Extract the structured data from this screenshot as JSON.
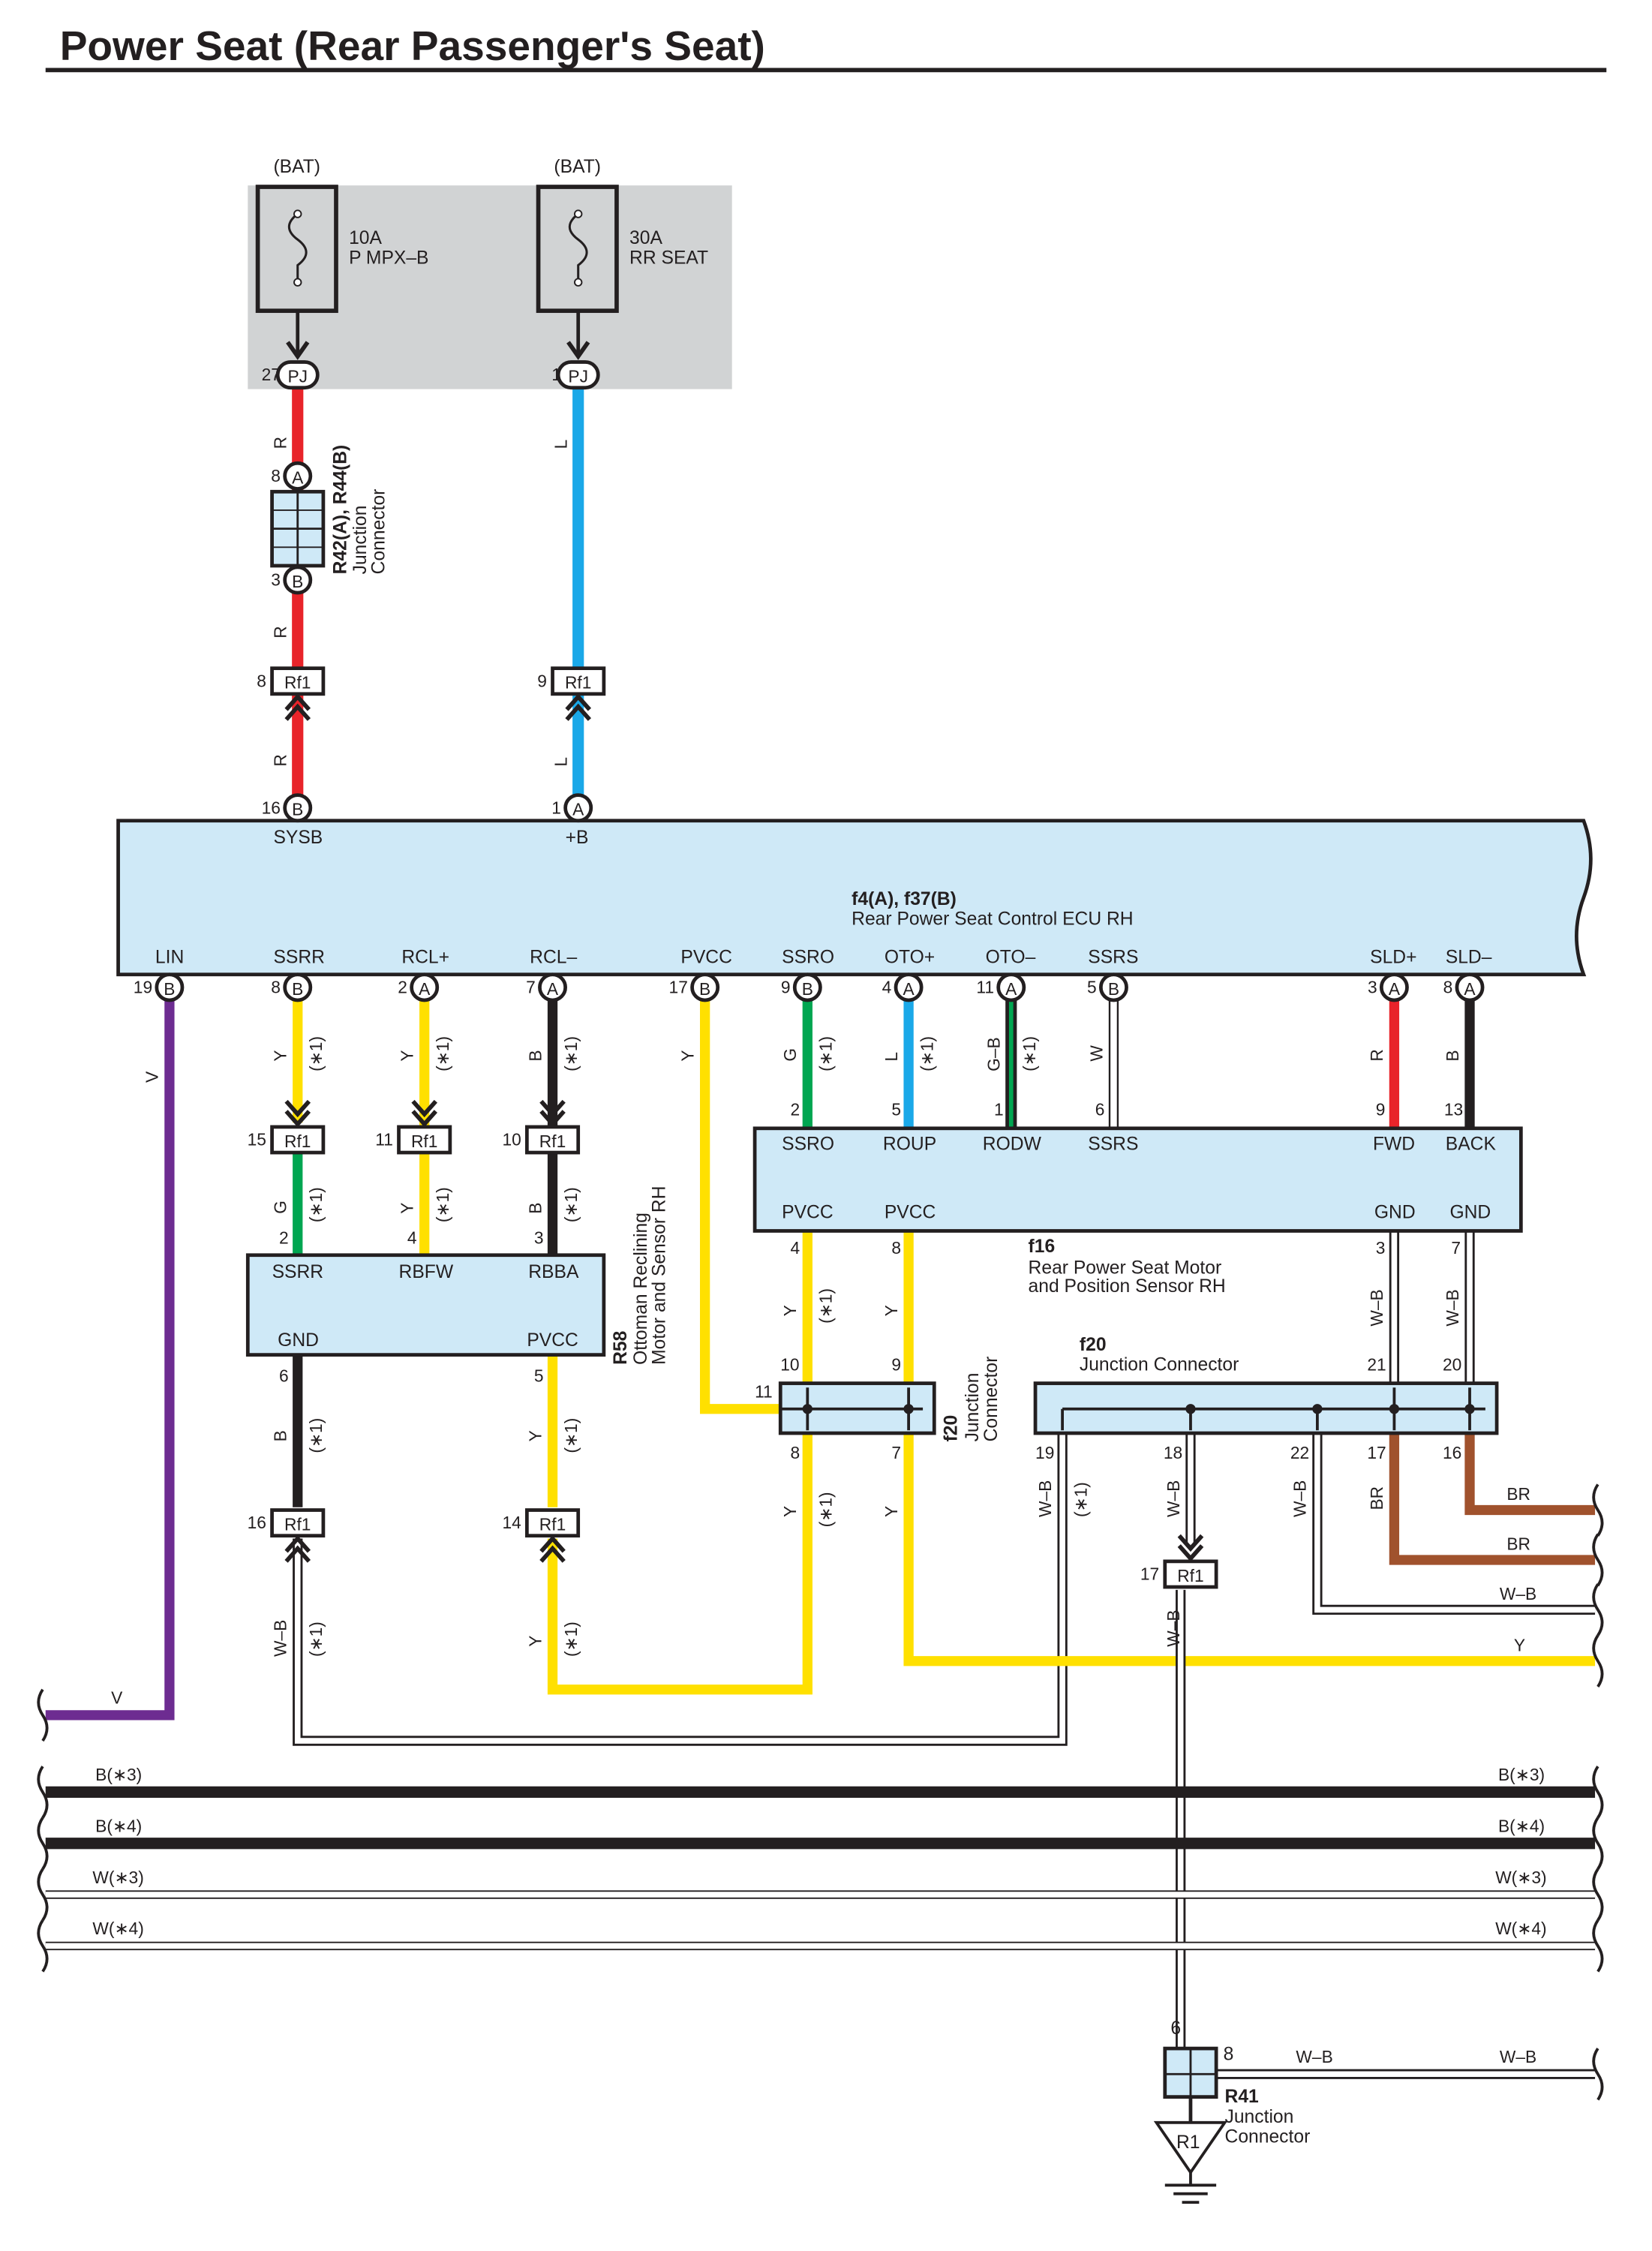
{
  "title": "Power Seat (Rear Passenger's Seat)",
  "colors": {
    "red": "#e8242a",
    "blue": "#1aa8e8",
    "yellow": "#ffe000",
    "green": "#00a651",
    "black": "#231f20",
    "violet": "#6d2c91",
    "brown": "#a0522d",
    "component_fill": "#cfe9f7",
    "fuse_panel_fill": "#d1d3d4"
  },
  "fuses": {
    "f1": {
      "source": "(BAT)",
      "amp": "10A",
      "name": "P MPX–B",
      "pin": "27",
      "connector": "PJ"
    },
    "f2": {
      "source": "(BAT)",
      "amp": "30A",
      "name": "RR SEAT",
      "pin": "1",
      "connector": "PJ"
    }
  },
  "r42": {
    "name": "R42(A), R44(B)",
    "desc1": "Junction",
    "desc2": "Connector",
    "pin_a_num": "8",
    "pin_a": "A",
    "pin_b_num": "3",
    "pin_b": "B"
  },
  "ecu": {
    "name": "f4(A), f37(B)",
    "desc": "Rear Power Seat Control ECU RH",
    "top": {
      "sysb": {
        "label": "SYSB",
        "num": "16",
        "conn": "B"
      },
      "plusb": {
        "label": "+B",
        "num": "1",
        "conn": "A"
      }
    },
    "bottom": {
      "lin": {
        "label": "LIN",
        "num": "19",
        "conn": "B"
      },
      "ssrr": {
        "label": "SSRR",
        "num": "8",
        "conn": "B"
      },
      "rclp": {
        "label": "RCL+",
        "num": "2",
        "conn": "A"
      },
      "rclm": {
        "label": "RCL–",
        "num": "7",
        "conn": "A"
      },
      "pvcc": {
        "label": "PVCC",
        "num": "17",
        "conn": "B"
      },
      "ssro": {
        "label": "SSRO",
        "num": "9",
        "conn": "B"
      },
      "otop": {
        "label": "OTO+",
        "num": "4",
        "conn": "A"
      },
      "otom": {
        "label": "OTO–",
        "num": "11",
        "conn": "A"
      },
      "ssrs": {
        "label": "SSRS",
        "num": "5",
        "conn": "B"
      },
      "sldp": {
        "label": "SLD+",
        "num": "3",
        "conn": "A"
      },
      "sldm": {
        "label": "SLD–",
        "num": "8",
        "conn": "A"
      }
    }
  },
  "wire_codes": {
    "R": "R",
    "L": "L",
    "Y": "Y",
    "B": "B",
    "G": "G",
    "GB": "G–B",
    "W": "W",
    "V": "V",
    "WB": "W–B",
    "BR": "BR",
    "note1": "(∗1)",
    "B3": "B(∗3)",
    "B4": "B(∗4)",
    "W3": "W(∗3)",
    "W4": "W(∗4)"
  },
  "rf1": {
    "label": "Rf1",
    "pins": {
      "p8": "8",
      "p9": "9",
      "p15": "15",
      "p11": "11",
      "p10": "10",
      "p16": "16",
      "p14": "14",
      "p17": "17"
    }
  },
  "r58": {
    "name": "R58",
    "desc1": "Ottoman Reclining",
    "desc2": "Motor and Sensor RH",
    "top": [
      {
        "label": "SSRR",
        "num": "2"
      },
      {
        "label": "RBFW",
        "num": "4"
      },
      {
        "label": "RBBA",
        "num": "3"
      }
    ],
    "bottom": [
      {
        "label": "GND",
        "num": "6"
      },
      {
        "label": "PVCC",
        "num": "5"
      }
    ]
  },
  "f16": {
    "name": "f16",
    "desc1": "Rear Power Seat Motor",
    "desc2": "and Position Sensor RH",
    "top": [
      {
        "label": "SSRO",
        "num": "2"
      },
      {
        "label": "ROUP",
        "num": "5"
      },
      {
        "label": "RODW",
        "num": "1"
      },
      {
        "label": "SSRS",
        "num": "6"
      },
      {
        "label": "FWD",
        "num": "9"
      },
      {
        "label": "BACK",
        "num": "13"
      }
    ],
    "bottom": [
      {
        "label": "PVCC",
        "num": "4"
      },
      {
        "label": "PVCC",
        "num": "8"
      },
      {
        "label": "GND",
        "num": "3"
      },
      {
        "label": "GND",
        "num": "7"
      }
    ]
  },
  "f20_small": {
    "name": "f20",
    "desc1": "Junction",
    "desc2": "Connector",
    "pins": {
      "p10": "10",
      "p9": "9",
      "p11": "11",
      "p8": "8",
      "p7": "7"
    }
  },
  "f20_large": {
    "name": "f20",
    "desc": "Junction Connector",
    "pins": {
      "p21": "21",
      "p20": "20",
      "p19": "19",
      "p18": "18",
      "p22": "22",
      "p17": "17",
      "p16": "16"
    }
  },
  "r41": {
    "name": "R41",
    "desc1": "Junction",
    "desc2": "Connector",
    "pin6": "6",
    "pin8": "8"
  },
  "ground": {
    "label": "R1"
  }
}
